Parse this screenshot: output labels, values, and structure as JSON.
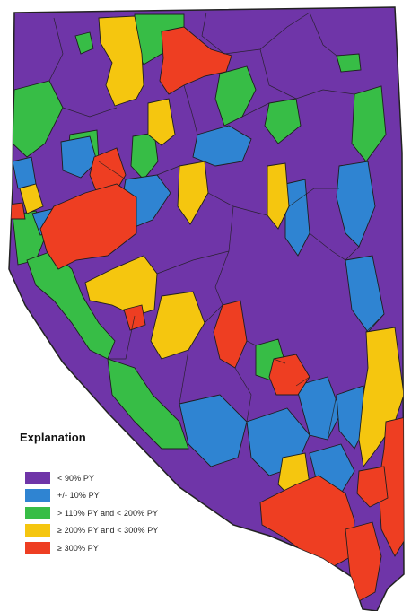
{
  "legend": {
    "title": "Explanation",
    "items": [
      {
        "label": "< 90% PY",
        "color": "#6f35a8"
      },
      {
        "label": "+/- 10% PY",
        "color": "#2f84d2"
      },
      {
        "label": "> 110% PY and < 200% PY",
        "color": "#37bd46"
      },
      {
        "label": "≥ 200% PY and < 300% PY",
        "color": "#f5c60f"
      },
      {
        "label": "≥ 300% PY",
        "color": "#ee3e22"
      }
    ]
  },
  "colors": {
    "base": "#6f35a8",
    "boundary": "#222222"
  }
}
